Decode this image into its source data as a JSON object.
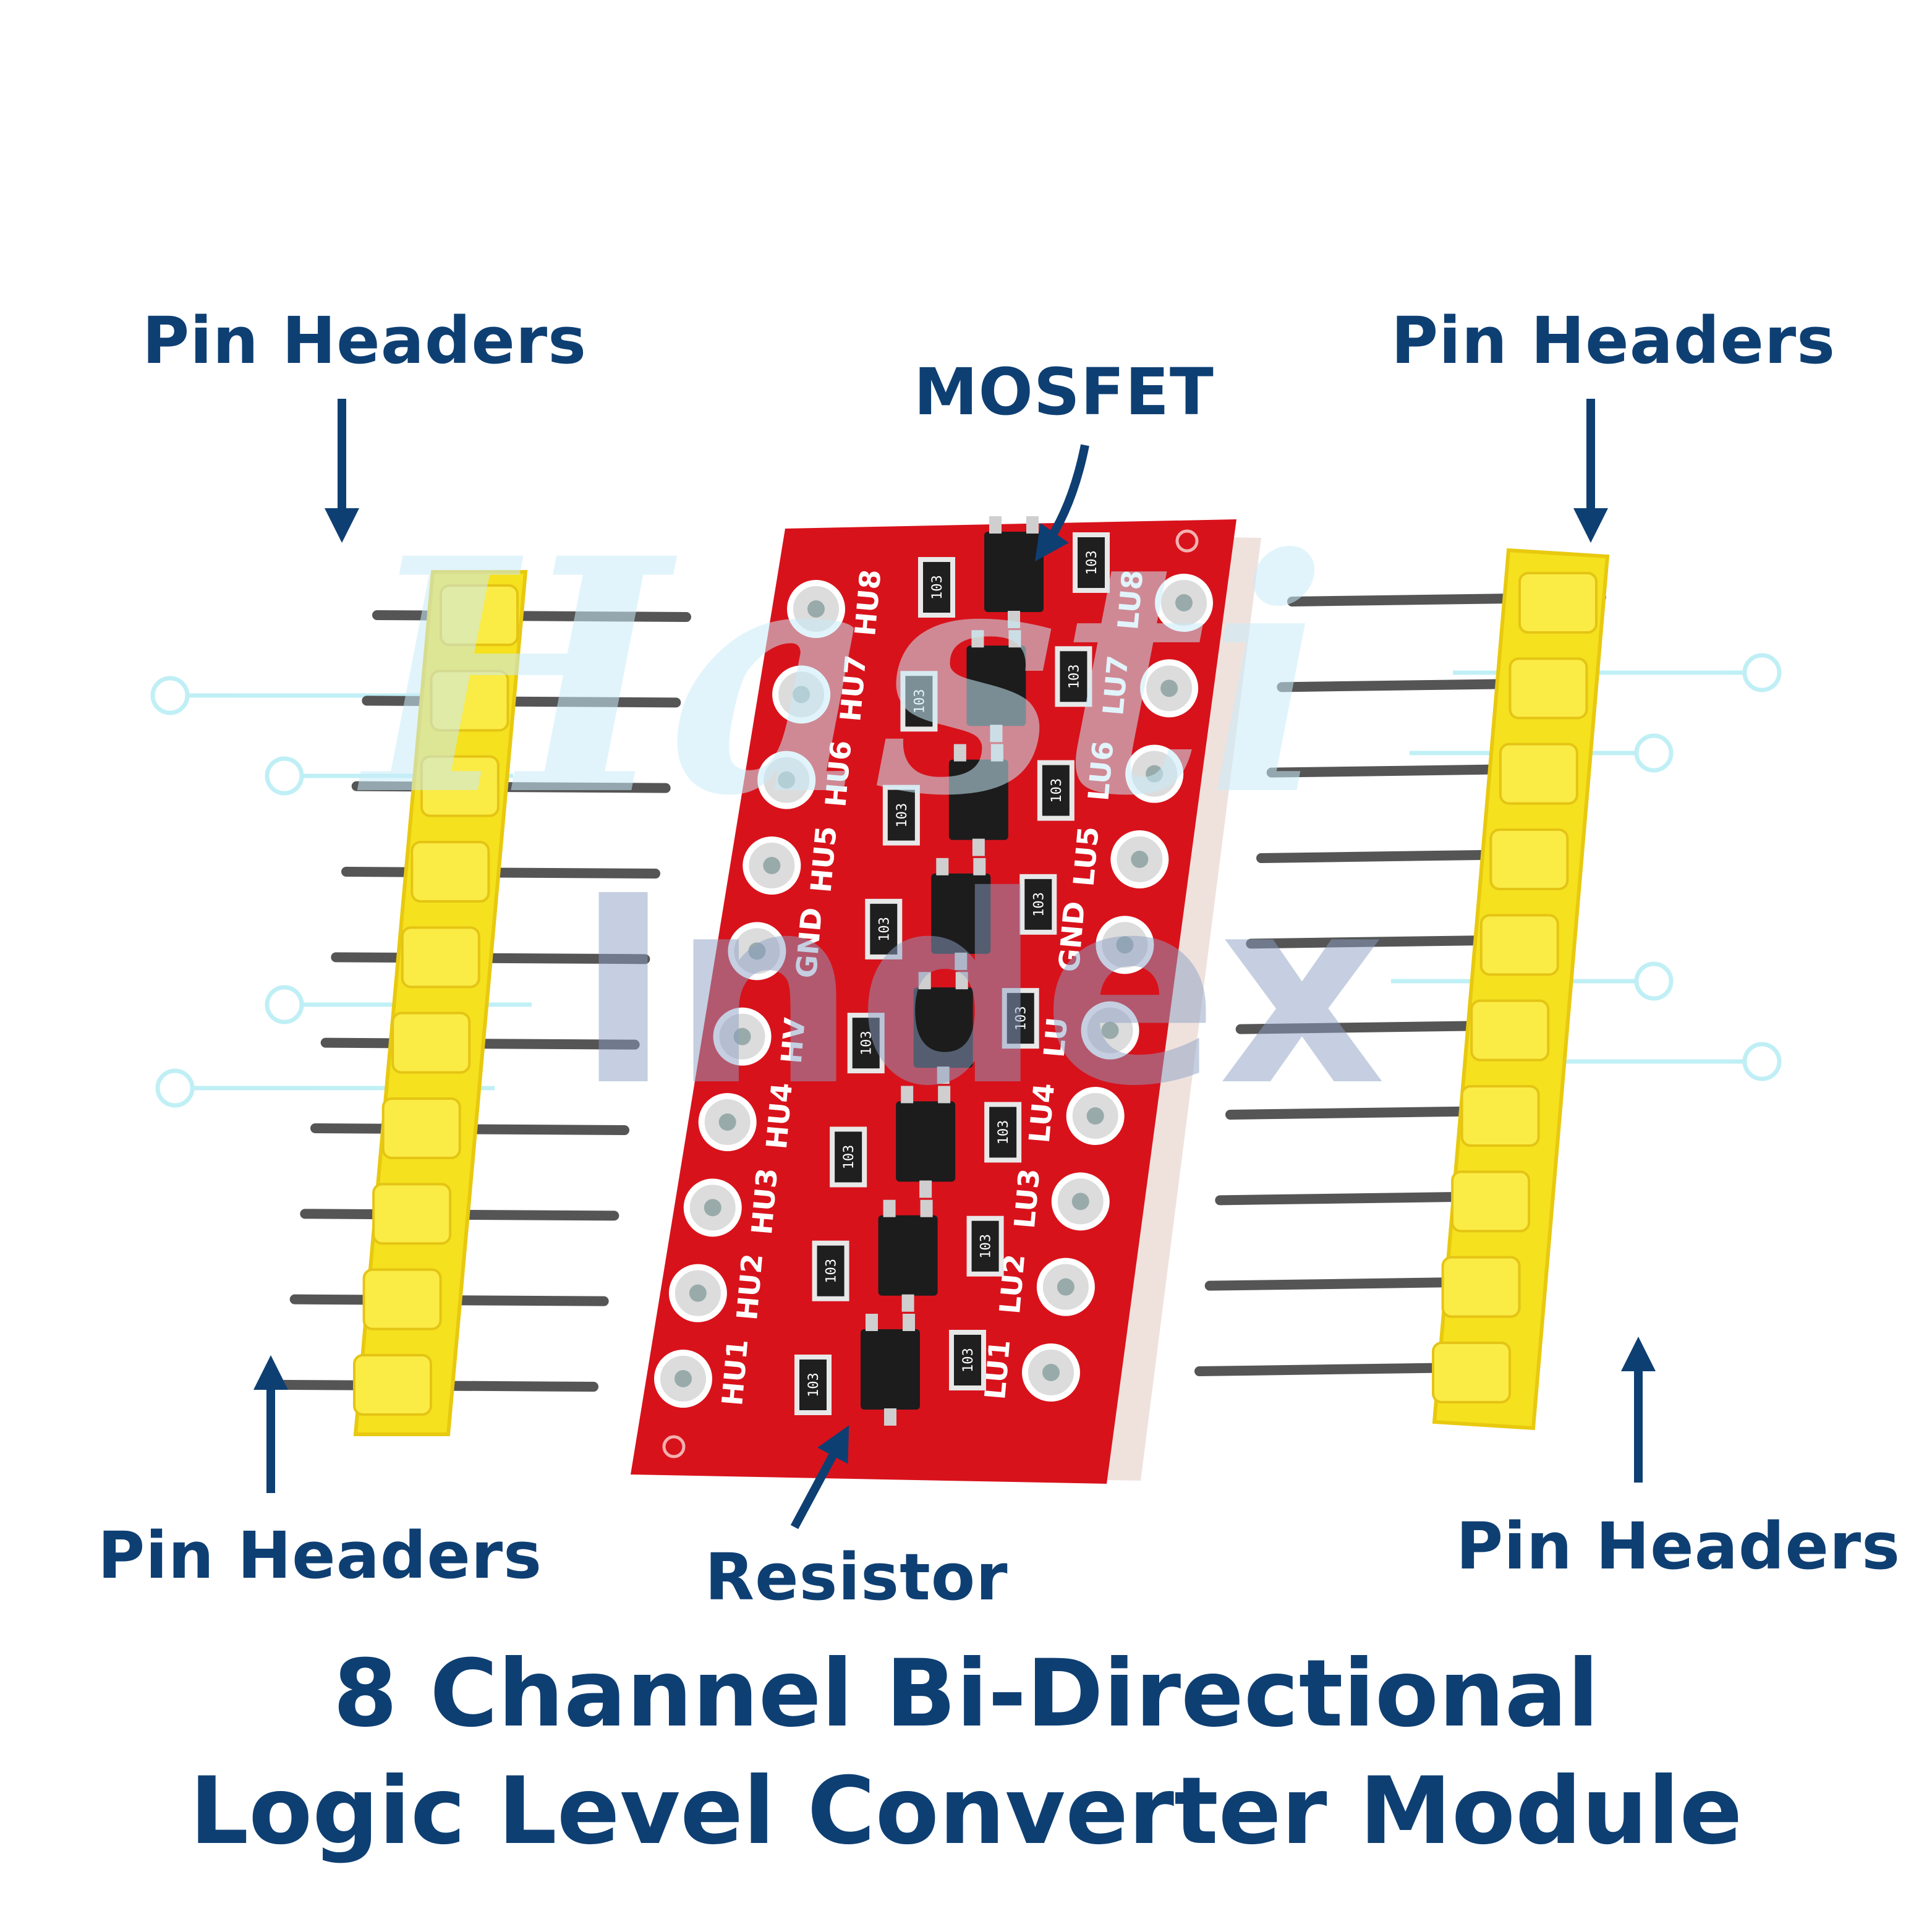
{
  "labels": {
    "pin_headers_top_left": "Pin Headers",
    "pin_headers_top_right": "Pin Headers",
    "mosfet": "MOSFET",
    "pin_headers_bottom_left": "Pin Headers",
    "resistor": "Resistor",
    "pin_headers_bottom_right": "Pin Headers"
  },
  "title": {
    "line1": "8 Channel Bi-Directional",
    "line2": "Logic Level Converter Module"
  },
  "board": {
    "left_pins": [
      "HU8",
      "HU7",
      "HU6",
      "HU5",
      "GND",
      "HV",
      "HU4",
      "HU3",
      "HU2",
      "HU1"
    ],
    "right_pins": [
      "LU8",
      "LU7",
      "LU6",
      "LU5",
      "GND",
      "LU",
      "LU4",
      "LU3",
      "LU2",
      "LU1"
    ],
    "resistor_marking": "103",
    "colors": {
      "pcb": "#d8121b",
      "header": "#f5e11e",
      "pin": "#555555",
      "label": "#0e3f73"
    }
  },
  "watermark": {
    "line1": "Hasti",
    "line2": "Index"
  }
}
